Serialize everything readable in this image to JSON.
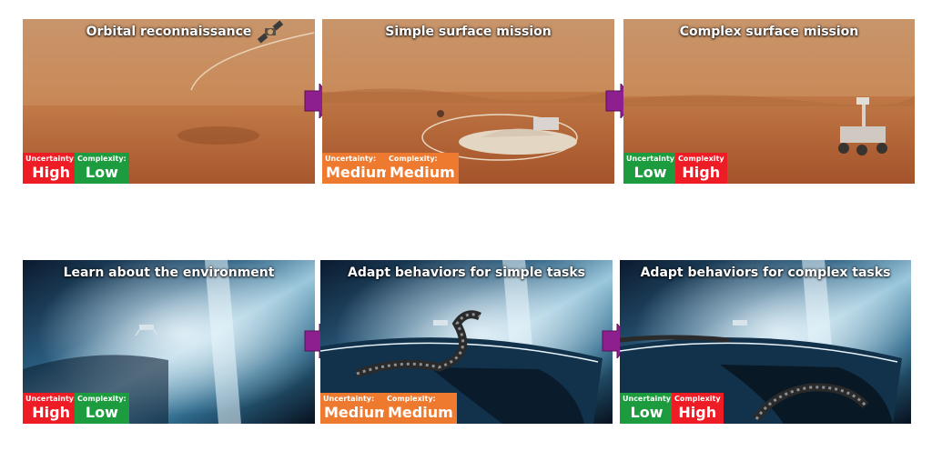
{
  "colors": {
    "high": "#ee1c24",
    "low": "#1d9b3f",
    "medium": "#ee7a30",
    "arrow": "#8e1f8e"
  },
  "top_row": [
    {
      "title": "Orbital reconnaissance",
      "uncertainty": {
        "label": "Uncertainty:",
        "value": "High"
      },
      "complexity": {
        "label": "Complexity:",
        "value": "Low"
      }
    },
    {
      "title": "Simple surface mission",
      "uncertainty": {
        "label": "Uncertainty:",
        "value": "Medium"
      },
      "complexity": {
        "label": "Complexity:",
        "value": "Medium"
      }
    },
    {
      "title": "Complex surface mission",
      "uncertainty": {
        "label": "Uncertainty",
        "value": "Low"
      },
      "complexity": {
        "label": "Complexity",
        "value": "High"
      }
    }
  ],
  "bottom_row": [
    {
      "title": "Learn about the environment",
      "uncertainty": {
        "label": "Uncertainty:",
        "value": "High"
      },
      "complexity": {
        "label": "Complexity:",
        "value": "Low"
      }
    },
    {
      "title": "Adapt behaviors for simple tasks",
      "uncertainty": {
        "label": "Uncertainty:",
        "value": "Medium"
      },
      "complexity": {
        "label": "Complexity:",
        "value": "Medium"
      }
    },
    {
      "title": "Adapt behaviors for complex tasks",
      "uncertainty": {
        "label": "Uncertainty",
        "value": "Low"
      },
      "complexity": {
        "label": "Complexity",
        "value": "High"
      }
    }
  ]
}
